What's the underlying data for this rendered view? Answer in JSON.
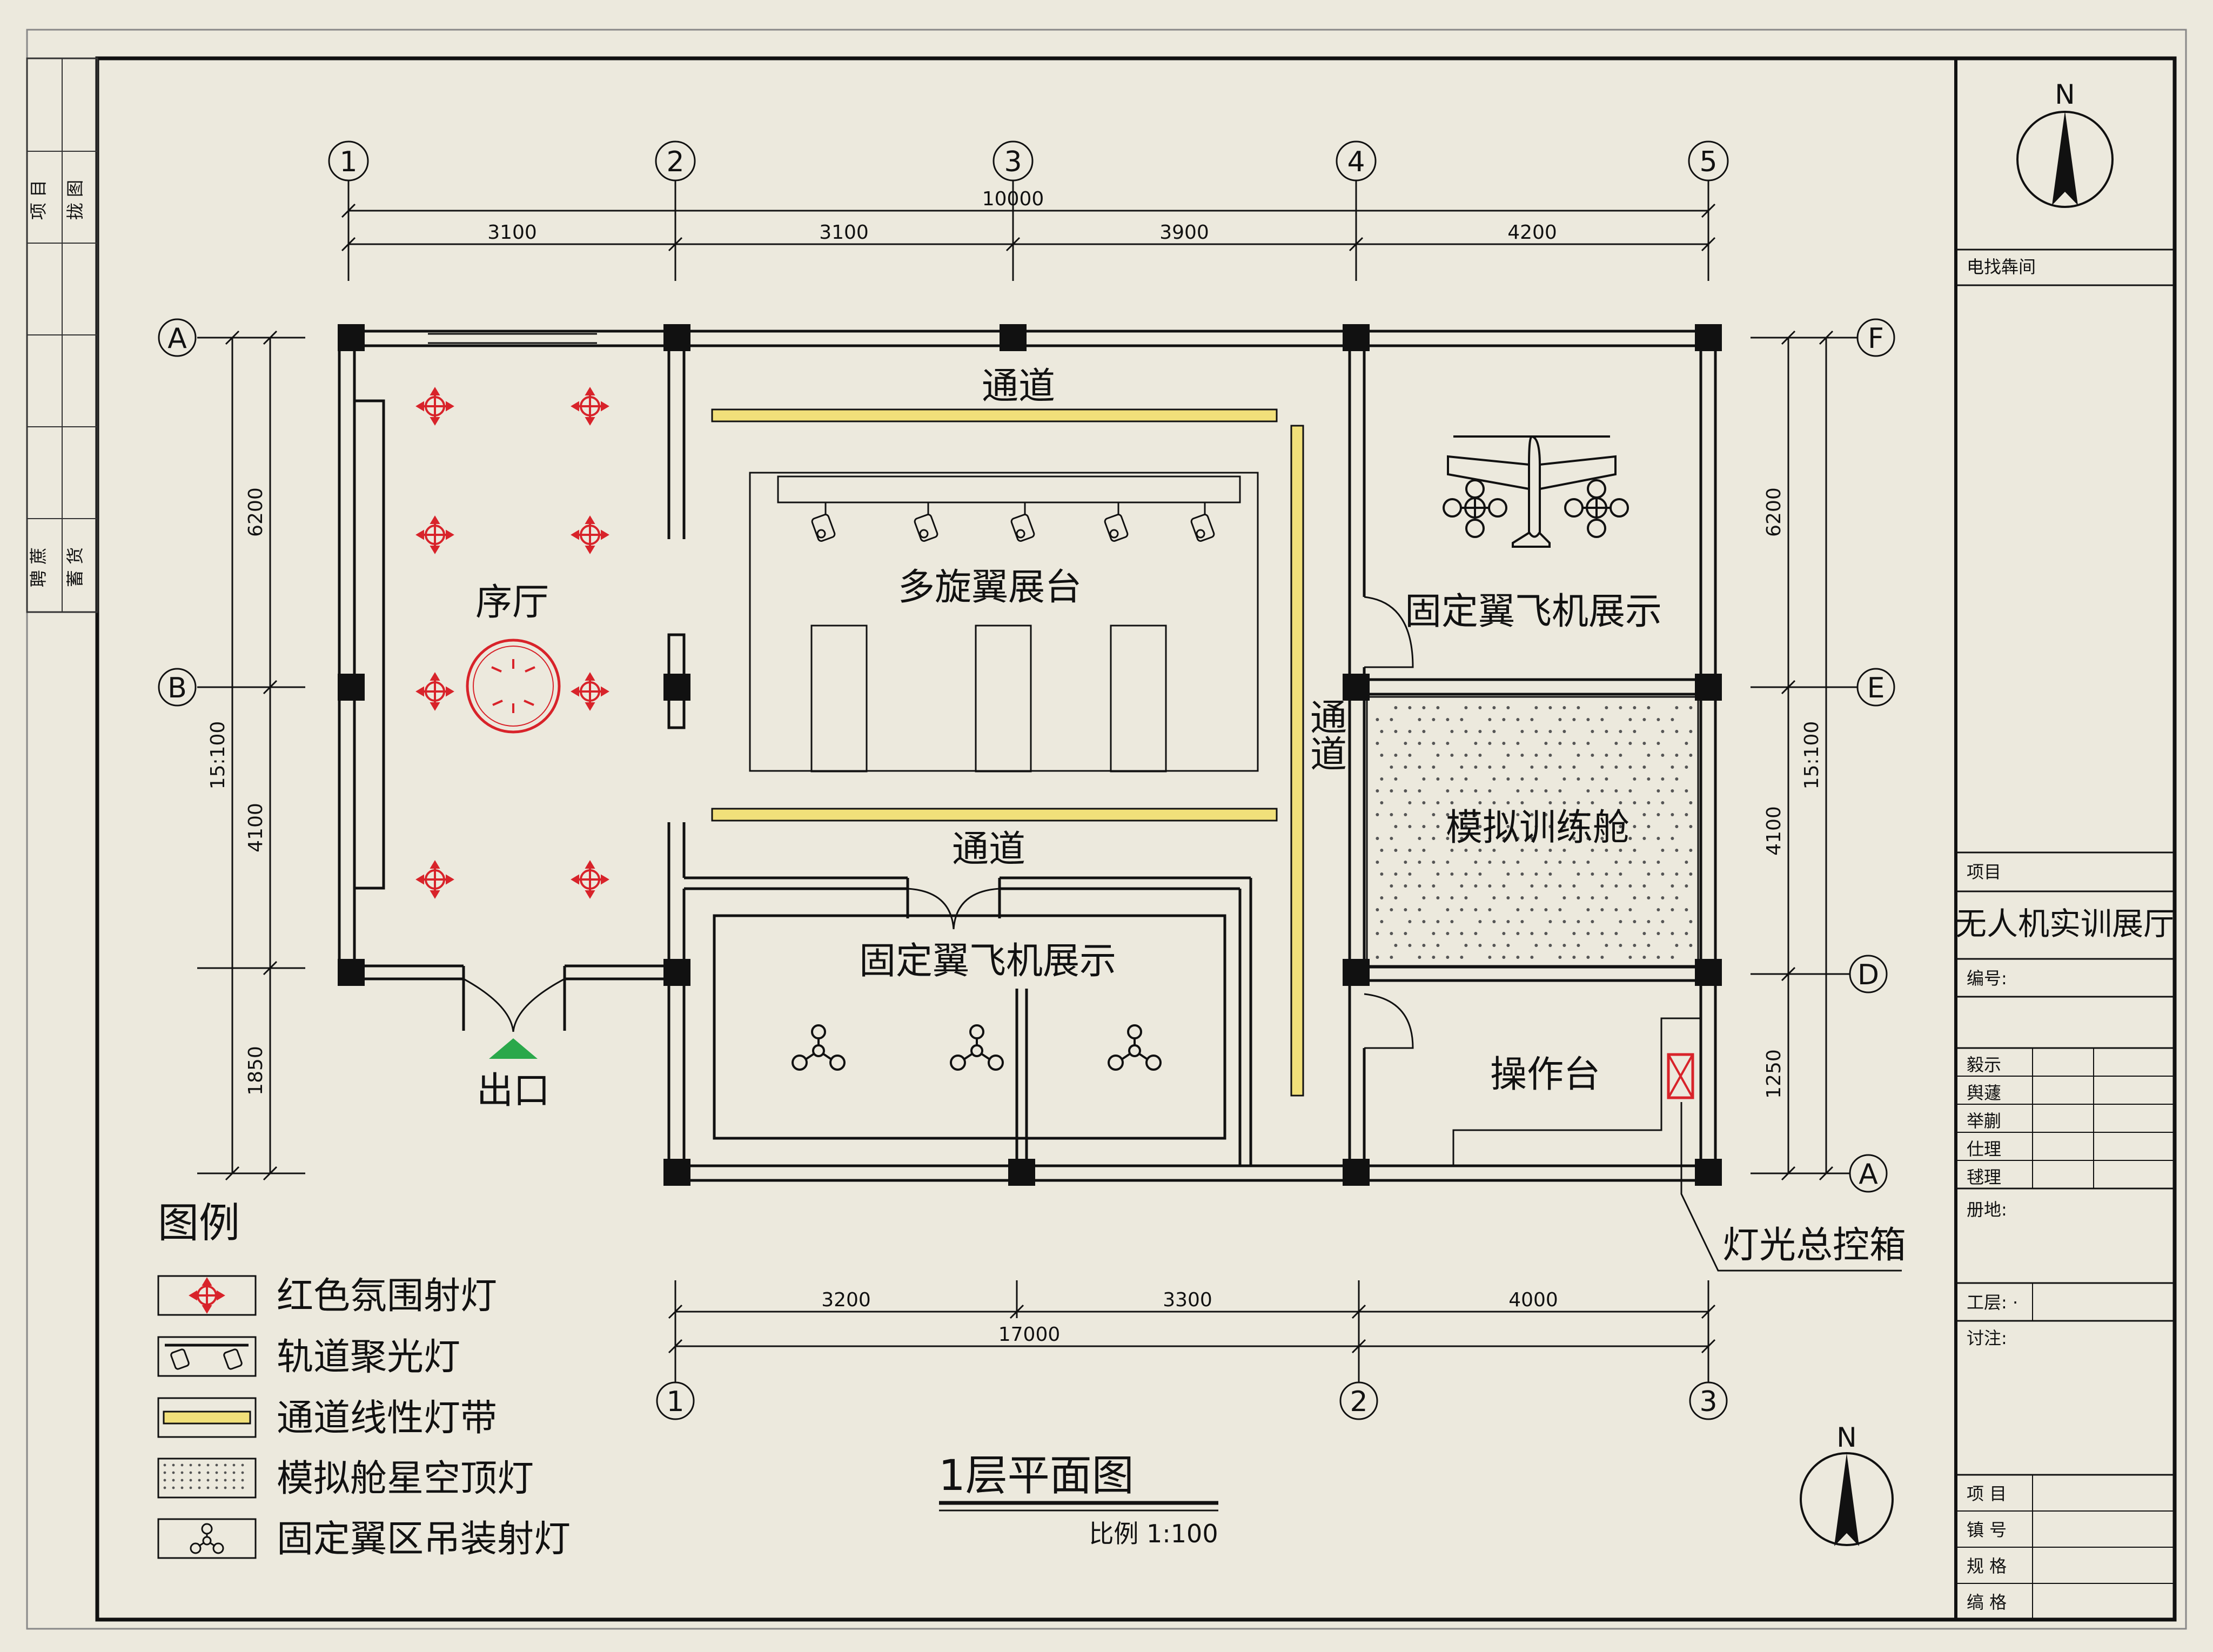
{
  "drawing": {
    "title": "1层平面图",
    "scale": "比例 1:100"
  },
  "north": {
    "label": "N"
  },
  "axes": {
    "top": [
      "1",
      "2",
      "3",
      "4",
      "5"
    ],
    "bottom": [
      "1",
      "2",
      "3"
    ],
    "left": [
      "A",
      "B"
    ],
    "right": [
      "F",
      "E",
      "D",
      "A"
    ]
  },
  "dimensions": {
    "top_total": "10000",
    "top": [
      "3100",
      "3100",
      "3900",
      "4200"
    ],
    "bottom_total": "17000",
    "bottom": [
      "3200",
      "3300",
      "4000"
    ],
    "left": [
      "6200",
      "15:100",
      "4100",
      "1850"
    ],
    "right": [
      "6200",
      "15:100",
      "4100",
      "1250"
    ]
  },
  "rooms": {
    "lobby": "序厅",
    "corridor_top": "通道",
    "corridor_mid": "通道",
    "corridor_vertical": "通道",
    "multirotor": "多旋翼展台",
    "fixed_wing_top": "固定翼飞机展示",
    "fixed_wing_bottom": "固定翼飞机展示",
    "simulator": "模拟训练舱",
    "console": "操作台",
    "exit": "出口"
  },
  "callout": {
    "light_box": "灯光总控箱"
  },
  "legend": {
    "title": "图例",
    "items": [
      {
        "label": "红色氛围射灯",
        "icon": "red-spotlight-icon"
      },
      {
        "label": "轨道聚光灯",
        "icon": "track-spotlight-icon"
      },
      {
        "label": "通道线性灯带",
        "icon": "linear-strip-icon"
      },
      {
        "label": "模拟舱星空顶灯",
        "icon": "starry-ceiling-icon"
      },
      {
        "label": "固定翼区吊装射灯",
        "icon": "pendant-spotlight-icon"
      }
    ]
  },
  "title_block": {
    "side_cells": [
      "项 目",
      "拢 图",
      "聘 蔗",
      "蓄 货"
    ],
    "top_label": "电找犇间",
    "project_label": "项目",
    "project_name": "无人机实训展厅",
    "number_label": "编号:",
    "rows": [
      "毅示",
      "舆蘧",
      "举蒯",
      "仕理",
      "毬理"
    ],
    "site_label": "册地:",
    "layer_label": "工层: ·",
    "notes_label": "讨注:",
    "bottom_rows": [
      "项 目",
      "镇 号",
      "规 格",
      "缟 格"
    ]
  },
  "colors": {
    "paper": "#ece9dd",
    "ink": "#111111",
    "red_light": "#d8232a",
    "strip_yellow": "#f1e07a",
    "exit_green": "#2aa84a"
  }
}
